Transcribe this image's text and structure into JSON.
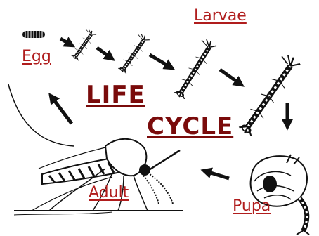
{
  "diagram": {
    "title_line1": "LIFE",
    "title_line2": "CYCLE",
    "stages": {
      "egg": "Egg",
      "larvae": "Larvae",
      "pupa": "Pupa",
      "adult": "Adult"
    }
  },
  "colors": {
    "label": "#b01d1d",
    "title": "#7a0b0b",
    "ink": "#111111"
  },
  "icons": [
    "egg-raft-icon",
    "larva-icon",
    "pupa-icon",
    "adult-mosquito-icon",
    "arrow-icon"
  ]
}
